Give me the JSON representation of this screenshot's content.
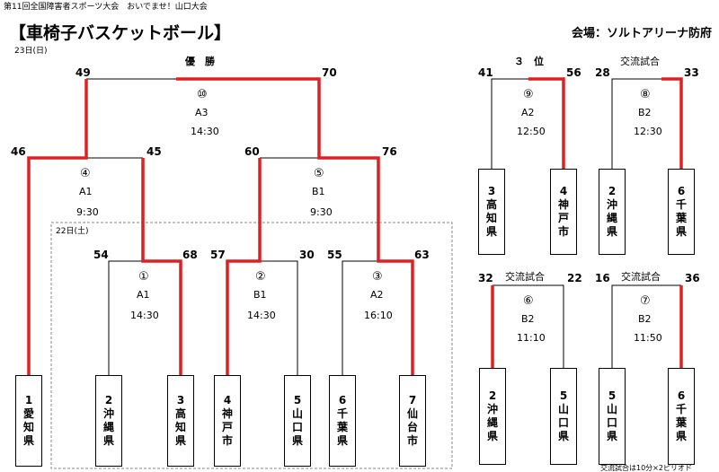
{
  "header": "第11回全国障害者スポーツ大会　おいでませ！山口大会",
  "title": "【車椅子バスケットボール】",
  "venue": "会場：ソルトアリーナ防府",
  "day1_label": "23日(日)",
  "day2_label": "22日(土)",
  "footnote": "交流試合は10分×2ピリオド",
  "colors": {
    "win": "#e02020",
    "line": "#000000"
  },
  "teams": [
    {
      "id": "t1",
      "name": "1愛知県"
    },
    {
      "id": "t2",
      "name": "2沖縄県"
    },
    {
      "id": "t3",
      "name": "3高知県"
    },
    {
      "id": "t4",
      "name": "4神戸市"
    },
    {
      "id": "t5",
      "name": "5山口県"
    },
    {
      "id": "t6",
      "name": "6千葉県"
    },
    {
      "id": "t7",
      "name": "7仙台市"
    },
    {
      "id": "t8",
      "name": "3高知県"
    },
    {
      "id": "t9",
      "name": "4神戸市"
    },
    {
      "id": "t10",
      "name": "2沖縄県"
    },
    {
      "id": "t11",
      "name": "6千葉県"
    },
    {
      "id": "t12",
      "name": "2沖縄県"
    },
    {
      "id": "t13",
      "name": "5山口県"
    },
    {
      "id": "t14",
      "name": "5山口県"
    },
    {
      "id": "t15",
      "name": "6千葉県"
    }
  ],
  "matches": {
    "m1": {
      "no": "①",
      "court": "A1",
      "time": "14:30",
      "left": "54",
      "right": "68"
    },
    "m2": {
      "no": "②",
      "court": "B1",
      "time": "14:30",
      "left": "57",
      "right": "30"
    },
    "m3": {
      "no": "③",
      "court": "A2",
      "time": "16:10",
      "left": "55",
      "right": "63"
    },
    "m4": {
      "no": "④",
      "court": "A1",
      "time": "9:30",
      "left": "46",
      "right": "45"
    },
    "m5": {
      "no": "⑤",
      "court": "B1",
      "time": "9:30",
      "left": "60",
      "right": "76"
    },
    "m10": {
      "title": "優　勝",
      "no": "⑩",
      "court": "A3",
      "time": "14:30",
      "left": "49",
      "right": "70"
    },
    "m9": {
      "title": "３　位",
      "no": "⑨",
      "court": "A2",
      "time": "12:50",
      "left": "41",
      "right": "56"
    },
    "m8": {
      "title": "交流試合",
      "no": "⑧",
      "court": "B2",
      "time": "12:30",
      "left": "28",
      "right": "33"
    },
    "m6": {
      "title": "交流試合",
      "no": "⑥",
      "court": "B2",
      "time": "11:10",
      "left": "32",
      "right": "22"
    },
    "m7": {
      "title": "交流試合",
      "no": "⑦",
      "court": "B2",
      "time": "11:50",
      "left": "16",
      "right": "36"
    }
  }
}
